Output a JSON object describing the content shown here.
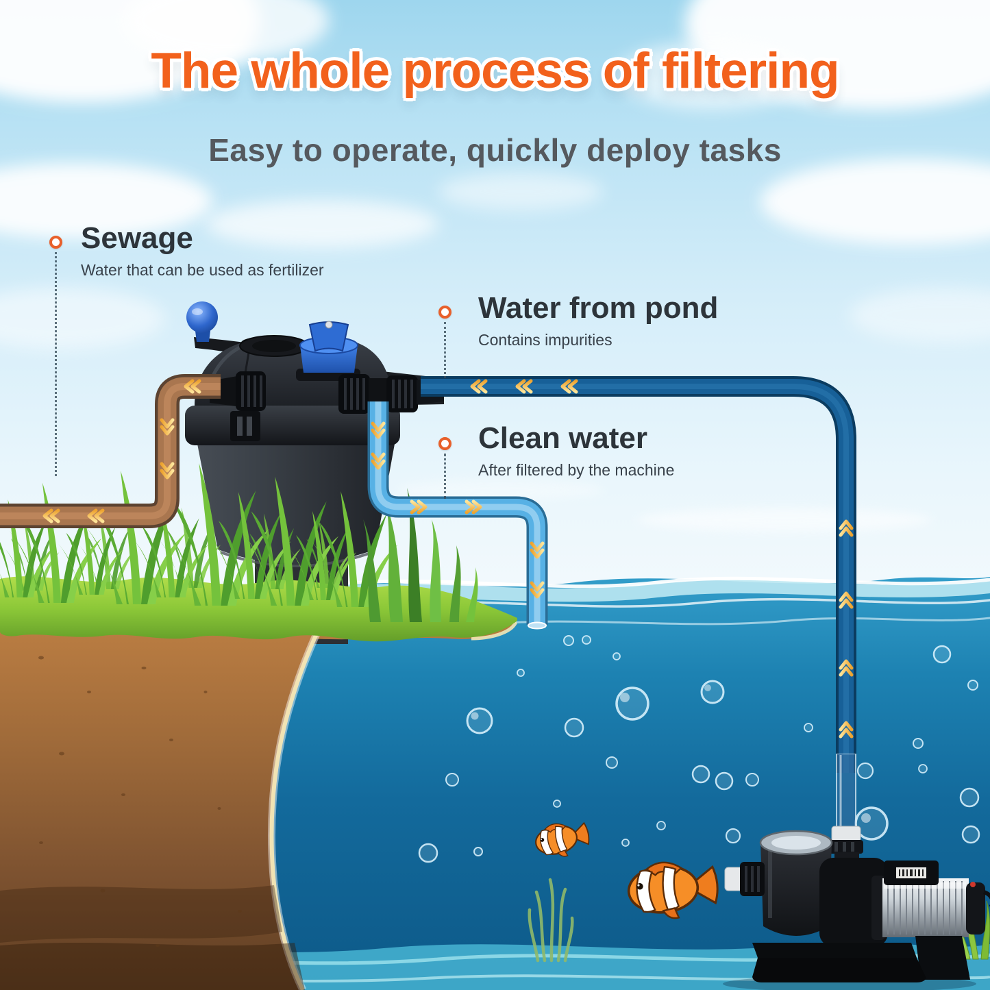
{
  "header": {
    "title": "The whole process of filtering",
    "subtitle": "Easy to operate, quickly deploy tasks"
  },
  "callouts": {
    "sewage": {
      "heading": "Sewage",
      "description": "Water that can be used as fertilizer"
    },
    "pond_water": {
      "heading": "Water from pond",
      "description": "Contains impurities"
    },
    "clean_water": {
      "heading": "Clean water",
      "description": "After filtered by the machine"
    }
  },
  "scene_objects": {
    "filter": "pressure-pond-filter",
    "pump": "pool-pump",
    "fish": "clownfish",
    "pipes": [
      "sewage-pipe",
      "pond-water-pipe",
      "clean-water-pipe"
    ],
    "flow_markers": "double-chevron-arrows"
  },
  "colors": {
    "title": "#f2611c",
    "subtitle": "#55595e",
    "callout_heading": "#2d343a",
    "callout_description": "#39424b",
    "marker": "#e8602b",
    "sewage_pipe": "#a9764f",
    "pond_pipe": "#176098",
    "clean_pipe": "#57b1e5",
    "flow_arrows": "#f8c24d",
    "sky": "#a8dcf1",
    "water": "#1d82b2",
    "grass": "#74c23c",
    "soil": "#a06b3a"
  }
}
